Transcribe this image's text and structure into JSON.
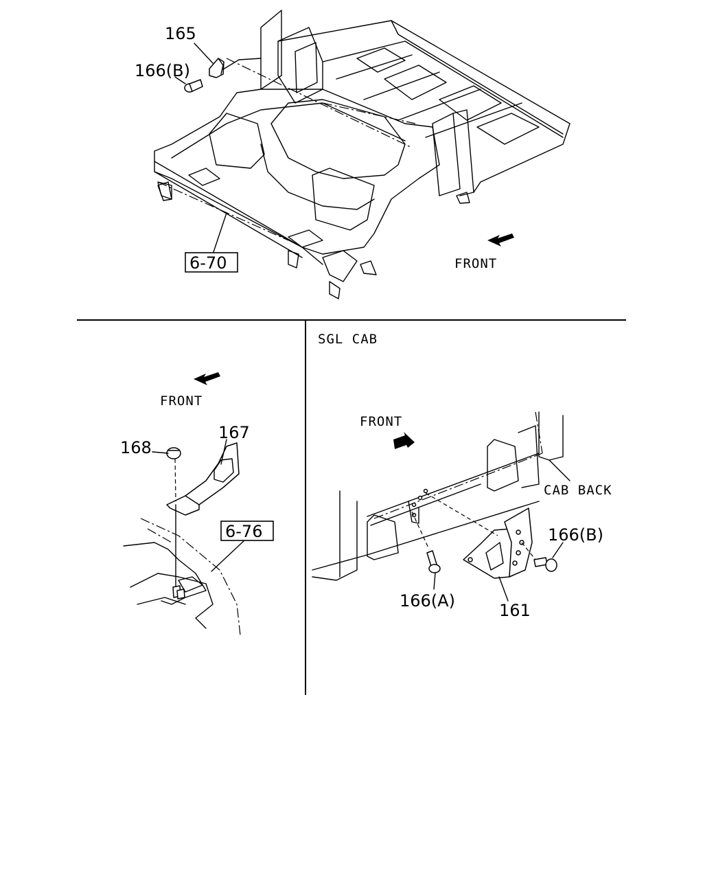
{
  "top_panel": {
    "callouts": {
      "part_165": "165",
      "part_166b": "166(B)",
      "ref_6_70": "6-70"
    },
    "front_label": "FRONT"
  },
  "bottom_left_panel": {
    "front_label": "FRONT",
    "callouts": {
      "part_168": "168",
      "part_167": "167",
      "ref_6_76": "6-76"
    }
  },
  "bottom_right_panel": {
    "title": "SGL CAB",
    "front_label": "FRONT",
    "cab_back_label": "CAB BACK",
    "callouts": {
      "part_166b": "166(B)",
      "part_166a": "166(A)",
      "part_161": "161"
    }
  }
}
